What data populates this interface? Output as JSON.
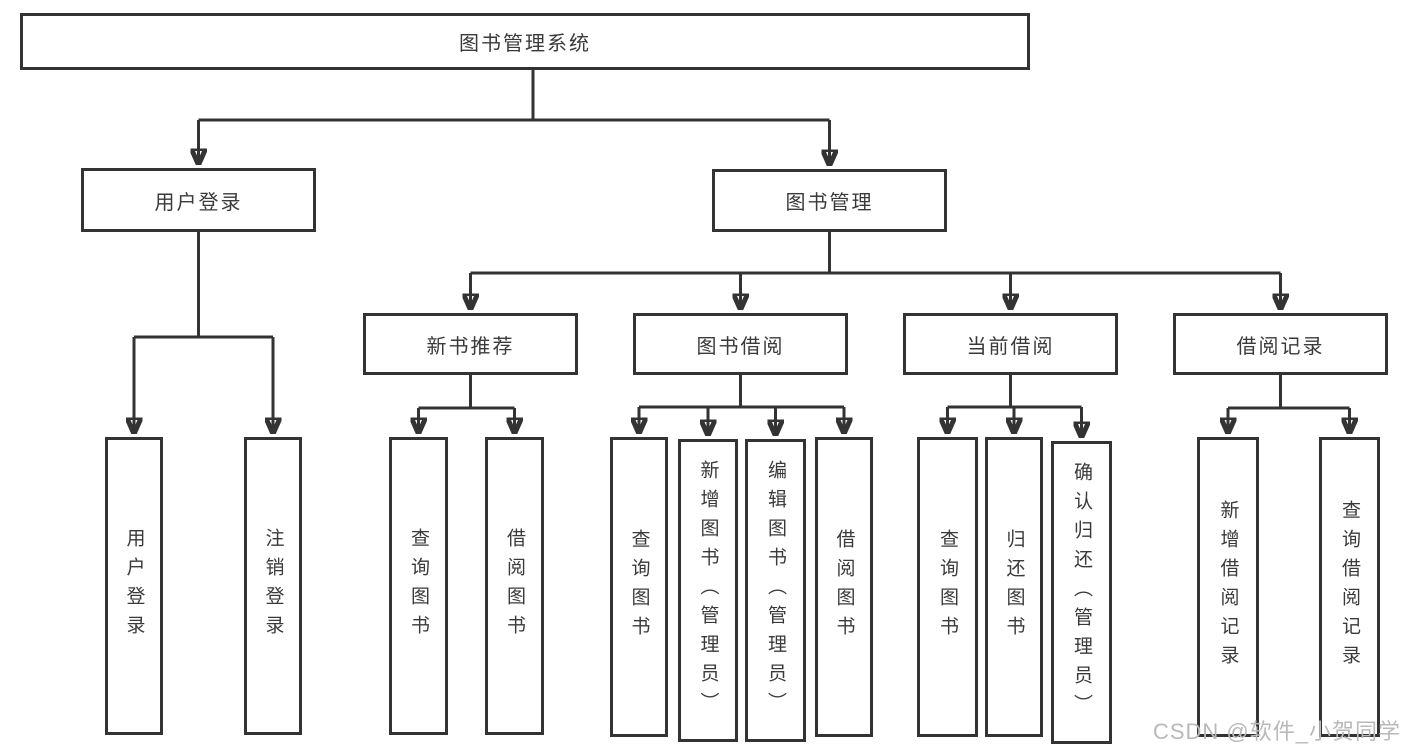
{
  "diagram": {
    "type": "function-tree",
    "nodes": {
      "root": {
        "label": "图书管理系统"
      },
      "user_login": {
        "label": "用户登录"
      },
      "book_management": {
        "label": "图书管理"
      },
      "user_login_leaf": {
        "label": "用户登录"
      },
      "logout_leaf": {
        "label": "注销登录"
      },
      "new_book_recommend": {
        "label": "新书推荐"
      },
      "book_borrow": {
        "label": "图书借阅"
      },
      "current_borrow": {
        "label": "当前借阅"
      },
      "borrow_records": {
        "label": "借阅记录"
      },
      "rec_query_book": {
        "label": "查询图书"
      },
      "rec_borrow_book": {
        "label": "借阅图书"
      },
      "bb_query_book": {
        "label": "查询图书"
      },
      "bb_add_book": {
        "label": "新增图书（管理员）"
      },
      "bb_edit_book": {
        "label": "编辑图书（管理员）"
      },
      "bb_borrow_book": {
        "label": "借阅图书"
      },
      "cb_query_book": {
        "label": "查询图书"
      },
      "cb_return_book": {
        "label": "归还图书"
      },
      "cb_confirm_return": {
        "label": "确认归还（管理员）"
      },
      "br_add_record": {
        "label": "新增借阅记录"
      },
      "br_query_record": {
        "label": "查询借阅记录"
      }
    }
  },
  "watermark": "CSDN @软件_小贺同学",
  "colors": {
    "line": "#333333",
    "text": "#3a3a3a",
    "watermark": "#b9b9b9",
    "background": "#ffffff"
  }
}
